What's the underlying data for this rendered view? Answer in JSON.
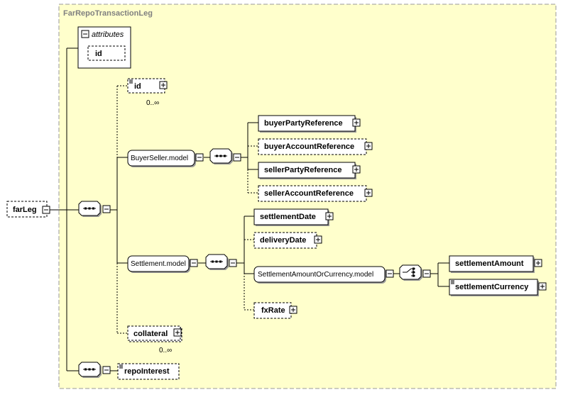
{
  "diagram": {
    "title": "FarRepoTransactionLeg",
    "root": "farLeg",
    "attributes_label": "attributes",
    "attribute_id": "id",
    "element_id": "id",
    "id_occurs": "0..∞",
    "buyer_seller_group": "BuyerSeller.model",
    "buyer_party_ref": "buyerPartyReference",
    "buyer_account_ref": "buyerAccountReference",
    "seller_party_ref": "sellerPartyReference",
    "seller_account_ref": "sellerAccountReference",
    "settlement_group": "Settlement.model",
    "settlement_date": "settlementDate",
    "delivery_date": "deliveryDate",
    "amount_or_currency_group": "SettlementAmountOrCurrency.model",
    "settlement_amount": "settlementAmount",
    "settlement_currency": "settlementCurrency",
    "fx_rate": "fxRate",
    "collateral": "collateral",
    "collateral_occurs": "0..∞",
    "repo_interest": "repoInterest"
  },
  "colors": {
    "background": "#ffffcc",
    "title": "#808080",
    "border": "#999999"
  }
}
